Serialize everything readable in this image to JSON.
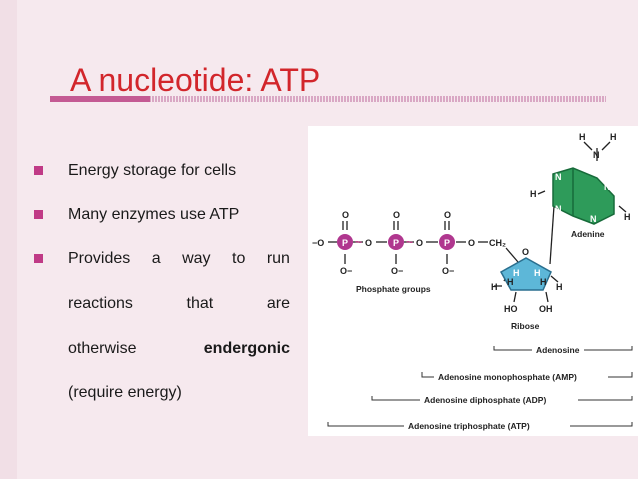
{
  "slide": {
    "title": "A nucleotide: ATP"
  },
  "bullets": {
    "b1": "Energy storage for cells",
    "b2": "Many enzymes use ATP",
    "b3": {
      "w1": "Provides",
      "w2": "a",
      "w3": "way",
      "w4": "to",
      "w5": "run"
    },
    "line2": {
      "w1": "reactions",
      "w2": "that",
      "w3": "are"
    },
    "line3": {
      "w1": "otherwise",
      "w2": "endergonic"
    },
    "line4": "(require energy)"
  },
  "diagram": {
    "o_atom": "O",
    "minus_o": "−O",
    "o_minus": "O−",
    "p_atom": "P",
    "tilde": "~",
    "ch2": "CH₂",
    "h_atom": "H",
    "n_atom": "N",
    "ho": "HO",
    "oh": "OH",
    "labels": {
      "phosphate": "Phosphate groups",
      "adenine": "Adenine",
      "ribose": "Ribose",
      "adenosine": "Adenosine",
      "amp": "Adenosine monophosphate (AMP)",
      "adp": "Adenosine diphosphate (ADP)",
      "atp": "Adenosine triphosphate (ATP)"
    },
    "colors": {
      "phosphate": "#b0378f",
      "adenine": "#2e9b5a",
      "ribose": "#5db7d8",
      "title": "#d2262b",
      "bullet": "#c03a86"
    }
  }
}
